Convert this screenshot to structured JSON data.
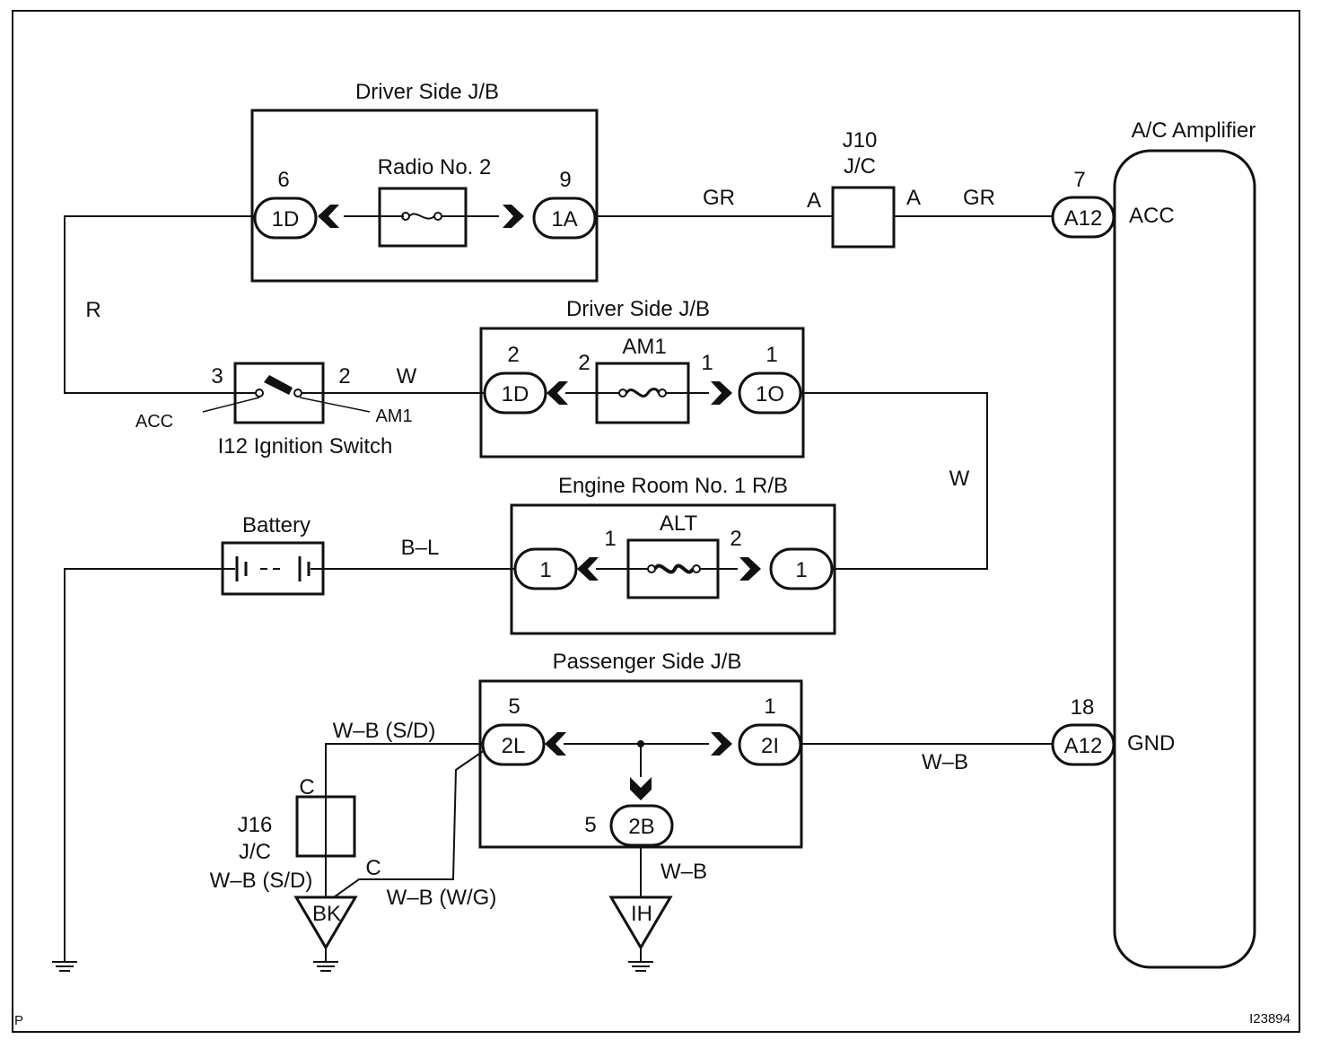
{
  "blocks": {
    "driver_jb_top": {
      "title": "Driver Side J/B",
      "fuse": "Radio No. 2",
      "left_pin": "6",
      "left_conn": "1D",
      "right_pin": "9",
      "right_conn": "1A"
    },
    "driver_jb_mid": {
      "title": "Driver Side J/B",
      "fuse": "AM1",
      "left_pin": "2",
      "left_conn": "1D",
      "fuse_in": "2",
      "fuse_out": "1",
      "right_pin": "1",
      "right_conn": "1O"
    },
    "engine_rb": {
      "title": "Engine Room No. 1 R/B",
      "fuse": "ALT",
      "left_conn": "1",
      "fuse_in": "1",
      "fuse_out": "2",
      "right_conn": "1"
    },
    "passenger_jb": {
      "title": "Passenger Side J/B",
      "left_pin": "5",
      "left_conn": "2L",
      "right_pin": "1",
      "right_conn": "2I",
      "bottom_pin": "5",
      "bottom_conn": "2B"
    }
  },
  "j10": {
    "name": "J10",
    "type": "J/C",
    "left_terminal": "A",
    "right_terminal": "A"
  },
  "j16": {
    "name": "J16",
    "type": "J/C",
    "terminal_top": "C",
    "terminal_bottom": "C"
  },
  "amplifier": {
    "title": "A/C Amplifier",
    "acc_pin": "7",
    "acc_conn": "A12",
    "acc_label": "ACC",
    "gnd_pin": "18",
    "gnd_conn": "A12",
    "gnd_label": "GND"
  },
  "ignition": {
    "name": "I12 Ignition Switch",
    "pin_left": "3",
    "pin_right": "2",
    "term_left": "ACC",
    "term_right": "AM1"
  },
  "battery": {
    "name": "Battery"
  },
  "wires": {
    "gr_left": "GR",
    "gr_right": "GR",
    "r": "R",
    "w_top": "W",
    "w_right": "W",
    "bl": "B–L",
    "wb_sd_top": "W–B (S/D)",
    "wb_sd_bottom": "W–B (S/D)",
    "wb_wg": "W–B (W/G)",
    "wb_gnd": "W–B",
    "wb_ih": "W–B"
  },
  "grounds": {
    "bk": "BK",
    "ih": "IH"
  },
  "footer": {
    "left_code": "P",
    "right_code": "I23894"
  }
}
